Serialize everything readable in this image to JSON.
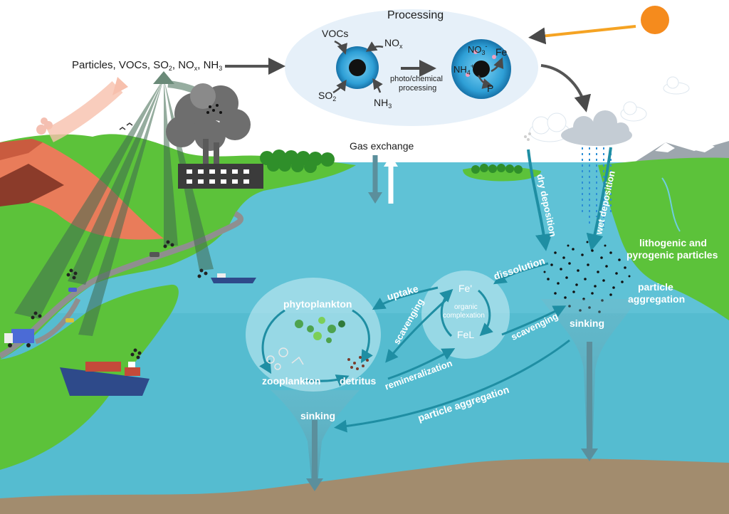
{
  "title": "Processing",
  "colors": {
    "sky": "#ffffff",
    "ocean": "#5fc2d6",
    "deep": "#49b2c8",
    "land": "#5cc23a",
    "seafloor": "#a08a6c",
    "arrow": "#1f8ea3",
    "sun": "#f58b1d"
  },
  "emissions": {
    "p1": "Particles, VOCs, SO",
    "s1": "2",
    "p2": ", NO",
    "s2": "x",
    "p3": ", NH",
    "s3": "3"
  },
  "particle": {
    "vocs": "VOCs",
    "nox": "NO",
    "nox_sub": "x",
    "so2": "SO",
    "so2_sub": "2",
    "nh3": "NH",
    "nh3_sub": "3",
    "process_line1": "photo/chemical",
    "process_line2": "processing",
    "no3": "NO",
    "no3_sub": "3",
    "no3_sup": "-",
    "fe": "Fe",
    "nh4": "NH",
    "nh4_sub": "4",
    "nh4_sup": "+",
    "p": "P"
  },
  "gas_exchange": "Gas exchange",
  "deposition": {
    "dry": "dry deposition",
    "wet": "wet deposition"
  },
  "particles": {
    "lith1": "lithogenic and",
    "lith2": "pyrogenic particles",
    "agg1": "particle",
    "agg2": "aggregation"
  },
  "iron": {
    "fe_prime": "Fe'",
    "org1": "organic",
    "org2": "complexation",
    "fel": "FeL"
  },
  "bio": {
    "phyto": "phytoplankton",
    "zoo": "zooplankton",
    "detritus": "detritus"
  },
  "processes": {
    "dissolution": "dissolution",
    "uptake": "uptake",
    "scavenging_left": "scavenging",
    "scavenging_right": "scavenging",
    "remineralization": "remineralization",
    "particle_aggregation": "particle aggregation",
    "sinking_left": "sinking",
    "sinking_right": "sinking"
  },
  "icons": [
    "sun-icon",
    "cloud-icon",
    "rain-cloud-icon",
    "factory-icon",
    "truck-icon",
    "ship-icon",
    "tanker-ship-icon",
    "car-icon",
    "bird-icon",
    "forest-icon",
    "volcano-icon"
  ]
}
